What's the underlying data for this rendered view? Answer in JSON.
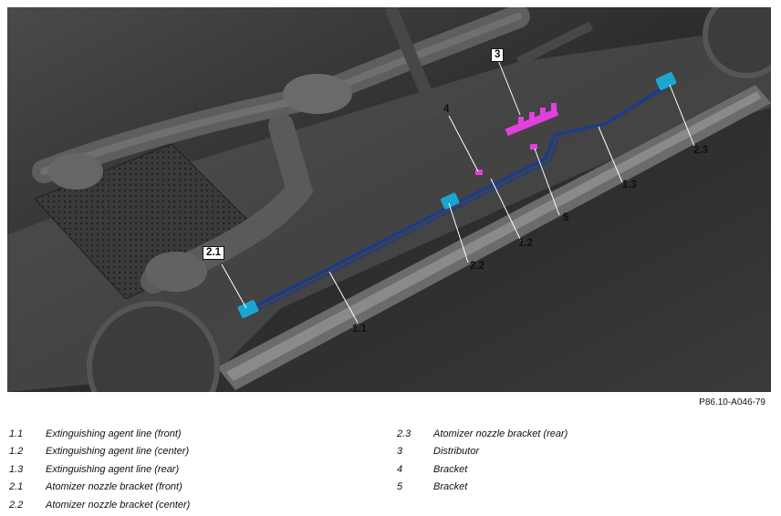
{
  "figure": {
    "reference_code": "P86.10-A046-79",
    "callouts": [
      {
        "id": "c-1-1",
        "label": "1.1",
        "boxed": false
      },
      {
        "id": "c-1-2",
        "label": "1.2",
        "boxed": false
      },
      {
        "id": "c-1-3",
        "label": "1.3",
        "boxed": false
      },
      {
        "id": "c-2-1",
        "label": "2.1",
        "boxed": true
      },
      {
        "id": "c-2-2",
        "label": "2.2",
        "boxed": false
      },
      {
        "id": "c-2-3",
        "label": "2.3",
        "boxed": false
      },
      {
        "id": "c-3",
        "label": "3",
        "boxed": true
      },
      {
        "id": "c-4",
        "label": "4",
        "boxed": false
      },
      {
        "id": "c-5",
        "label": "5",
        "boxed": false
      }
    ],
    "colors": {
      "line": "#1b3b8c",
      "bracket": "#1aa6cf",
      "distributor": "#e23fe0",
      "background": "#2e2e2e"
    }
  },
  "legend": {
    "left": [
      {
        "num": "1.1",
        "text": "Extinguishing agent line (front)"
      },
      {
        "num": "1.2",
        "text": "Extinguishing agent line (center)"
      },
      {
        "num": "1.3",
        "text": "Extinguishing agent line (rear)"
      },
      {
        "num": "2.1",
        "text": "Atomizer nozzle bracket (front)"
      },
      {
        "num": "2.2",
        "text": "Atomizer nozzle bracket (center)"
      }
    ],
    "right": [
      {
        "num": "2.3",
        "text": "Atomizer nozzle bracket (rear)"
      },
      {
        "num": "3",
        "text": "Distributor"
      },
      {
        "num": "4",
        "text": "Bracket"
      },
      {
        "num": "5",
        "text": "Bracket"
      }
    ]
  }
}
